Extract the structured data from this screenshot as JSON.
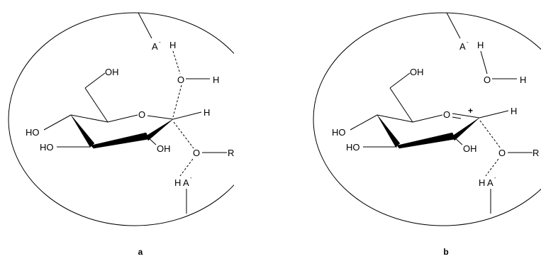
{
  "panels": [
    {
      "id": "a",
      "caption": "a",
      "labels": {
        "acid_top": "A",
        "acid_top_charge": "-",
        "water_h_top": "H",
        "water_o": "O",
        "water_h_right": "H",
        "ch2oh": "OH",
        "ring_o": "O",
        "anomeric_h": "H",
        "c4_oh": "HO",
        "c3_oh": "HO",
        "c2_oh": "OH",
        "leaving_o": "O",
        "leaving_r": "R",
        "acid_bottom_h": "H",
        "acid_bottom": "A",
        "acid_bottom_charge": "-"
      }
    },
    {
      "id": "b",
      "caption": "b",
      "labels": {
        "acid_top": "A",
        "acid_top_charge": "-",
        "water_h_top": "H",
        "water_o": "O",
        "water_h_right": "H",
        "ch2oh": "OH",
        "ring_o": "O",
        "oxocarbenium_charge": "+",
        "anomeric_h": "H",
        "c4_oh": "HO",
        "c3_oh": "HO",
        "c2_oh": "OH",
        "leaving_o": "O",
        "leaving_r": "R",
        "acid_bottom_h": "H",
        "acid_bottom": "A",
        "acid_bottom_charge": "-"
      }
    }
  ]
}
